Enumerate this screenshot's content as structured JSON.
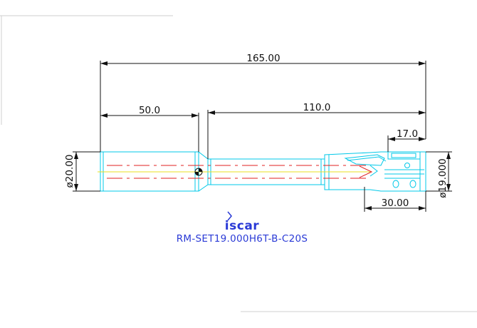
{
  "drawing": {
    "dimensions": {
      "overall_length": "165.00",
      "shank_length": "50.0",
      "body_length": "110.0",
      "head_length": "17.0",
      "insert_length": "30.00",
      "shank_diameter": "ø20.00",
      "cutting_diameter": "ø19.000"
    },
    "brand": "iscar",
    "part_number": "RM-SET19.000H6T-B-C20S"
  },
  "colors": {
    "outline": "#00c8e8",
    "centerline": "#e02020",
    "axis": "#e8e020",
    "dimension": "#111111",
    "text_blue": "#2a3ad6",
    "border": "#cccccc"
  }
}
